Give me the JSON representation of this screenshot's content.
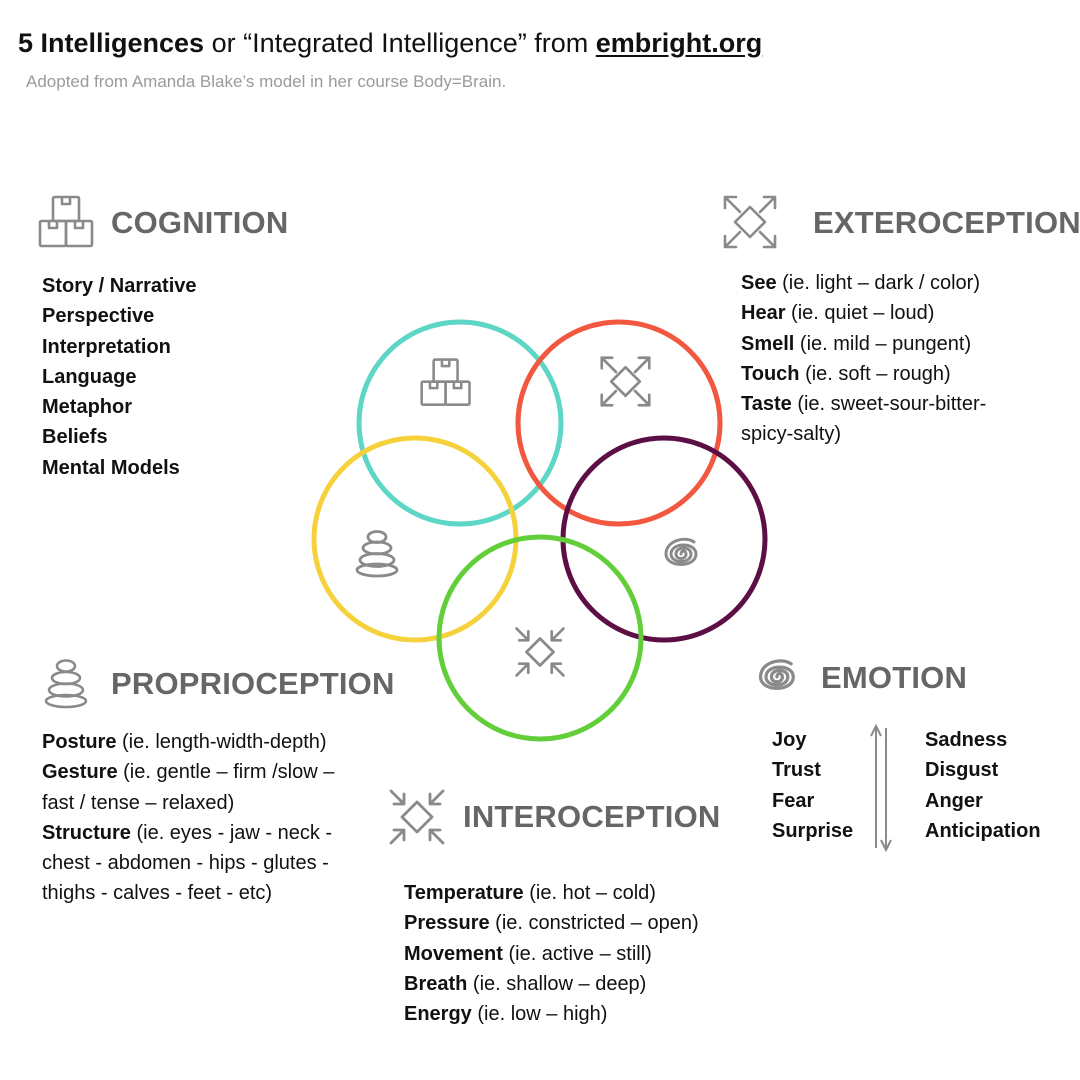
{
  "header": {
    "title_bold": "5 Intelligences",
    "title_mid": " or “Integrated Intelligence” from ",
    "title_link": "embright.org",
    "subtitle": "Adopted from Amanda Blake’s model in her course Body=Brain."
  },
  "colors": {
    "cognition": "#5dd6c5",
    "exteroception": "#f2573f",
    "emotion": "#5c0f45",
    "proprioception": "#f5d23c",
    "interoception": "#62cf3a",
    "icon_gray": "#8a8a8a",
    "heading_gray": "#666666"
  },
  "sections": {
    "cognition": {
      "heading": "COGNITION",
      "icon": "stacked-boxes-icon",
      "items": [
        "Story / Narrative",
        "Perspective",
        "Interpretation",
        "Language",
        "Metaphor",
        "Beliefs",
        "Mental Models"
      ]
    },
    "exteroception": {
      "heading": "EXTEROCEPTION",
      "icon": "expand-arrows-diamond-icon",
      "items": [
        {
          "label": "See",
          "detail": " (ie. light – dark / color)"
        },
        {
          "label": "Hear",
          "detail": " (ie. quiet – loud)"
        },
        {
          "label": "Smell",
          "detail": " (ie. mild – pungent)"
        },
        {
          "label": "Touch",
          "detail": " (ie. soft – rough)"
        },
        {
          "label": "Taste",
          "detail": " (ie. sweet-sour-bitter-spicy-salty)"
        }
      ]
    },
    "proprioception": {
      "heading": "PROPRIOCEPTION",
      "icon": "stacked-stones-icon",
      "items": [
        {
          "label": "Posture",
          "detail": " (ie. length-width-depth)"
        },
        {
          "label": "Gesture",
          "detail": " (ie. gentle – firm /slow – fast / tense – relaxed)"
        },
        {
          "label": "Structure",
          "detail": " (ie. eyes - jaw - neck - chest - abdomen - hips - glutes - thighs - calves - feet - etc)"
        }
      ]
    },
    "interoception": {
      "heading": "INTEROCEPTION",
      "icon": "contract-arrows-diamond-icon",
      "items": [
        {
          "label": "Temperature",
          "detail": " (ie. hot – cold)"
        },
        {
          "label": "Pressure",
          "detail": " (ie. constricted – open)"
        },
        {
          "label": "Movement",
          "detail": " (ie. active – still)"
        },
        {
          "label": "Breath",
          "detail": " (ie. shallow – deep)"
        },
        {
          "label": "Energy",
          "detail": " (ie. low – high)"
        }
      ]
    },
    "emotion": {
      "heading": "EMOTION",
      "icon": "spiral-icon",
      "left": [
        "Joy",
        "Trust",
        "Fear",
        "Surprise"
      ],
      "right": [
        "Sadness",
        "Disgust",
        "Anger",
        "Anticipation"
      ]
    }
  }
}
